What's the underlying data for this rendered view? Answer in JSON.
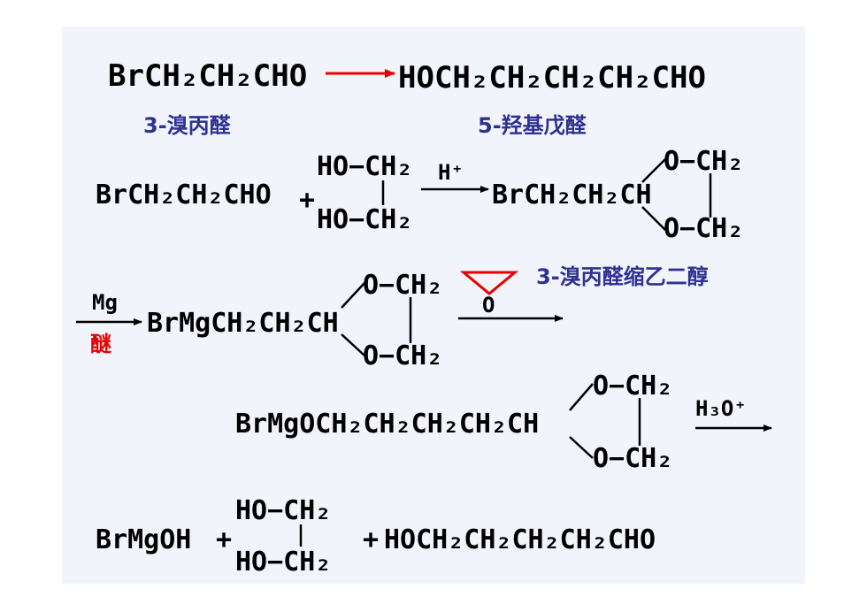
{
  "colors": {
    "background": "#f2f4fc",
    "text": "#000000",
    "label": "#2e3192",
    "reagent": "#e60000",
    "accent_arrow": "#e60000"
  },
  "row1": {
    "reactant": "BrCH₂CH₂CHO",
    "product": "HOCH₂CH₂CH₂CH₂CHO",
    "reactant_name": "3-溴丙醛",
    "product_name": "5-羟基戊醛"
  },
  "row2": {
    "reactant": "BrCH₂CH₂CHO",
    "plus": "+",
    "diol_top": "HO−CH₂",
    "diol_bottom": "HO−CH₂",
    "catalyst": "H⁺",
    "product_prefix": "BrCH₂CH₂CH",
    "ring_top": "O−CH₂",
    "ring_bottom": "O−CH₂",
    "product_name": "3-溴丙醛缩乙二醇"
  },
  "row3": {
    "reagent_top": "Mg",
    "reagent_bottom": "醚",
    "product_prefix": "BrMgCH₂CH₂CH",
    "ring_top": "O−CH₂",
    "ring_bottom": "O−CH₂",
    "epoxide_o": "O"
  },
  "row4": {
    "product_prefix": "BrMgOCH₂CH₂CH₂CH₂CH",
    "ring_top": "O−CH₂",
    "ring_bottom": "O−CH₂",
    "reagent": "H₃O⁺"
  },
  "row5": {
    "product1": "BrMgOH",
    "plus1": "+",
    "diol_top": "HO−CH₂",
    "diol_bottom": "HO−CH₂",
    "plus2": "+",
    "product3": "HOCH₂CH₂CH₂CH₂CHO"
  }
}
